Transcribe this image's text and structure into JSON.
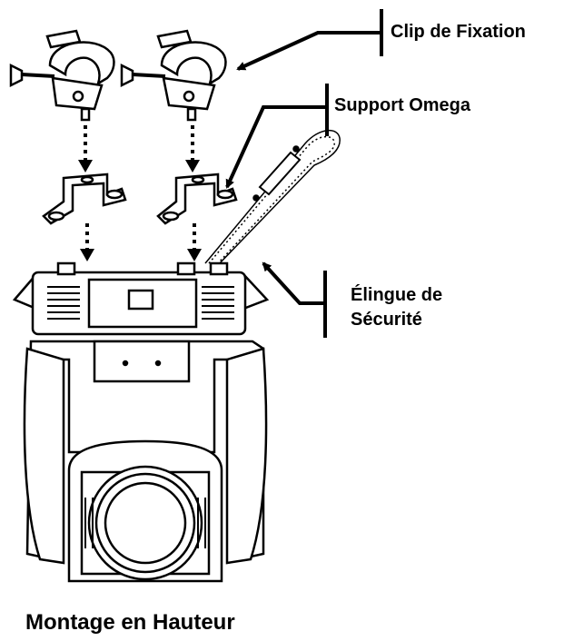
{
  "labels": {
    "clip": "Clip de Fixation",
    "omega": "Support Omega",
    "sling_line1": "Élingue de",
    "sling_line2": "Sécurité"
  },
  "caption": "Montage en Hauteur",
  "icons": [
    "clamp-icon",
    "omega-bracket-icon",
    "safety-cable-icon",
    "moving-head-fixture-icon",
    "arrow-icon"
  ]
}
